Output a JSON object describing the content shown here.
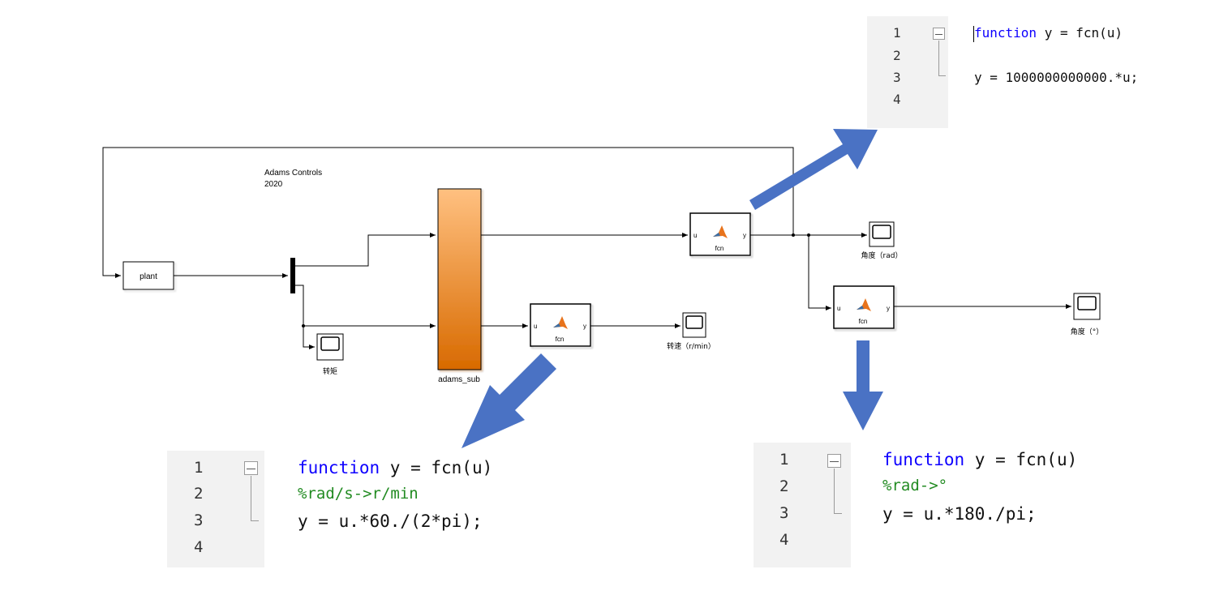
{
  "diagram": {
    "title": "Adams Controls\n2020",
    "title_line1": "Adams Controls",
    "title_line2": "2020",
    "plant_label": "plant",
    "adams_sub_label": "adams_sub",
    "fcn_label": "fcn",
    "port_in": "u",
    "port_out": "y",
    "scope_torque_label": "转矩",
    "scope_speed_label": "转速（r/min）",
    "scope_rad_label": "角度（rad）",
    "scope_deg_label": "角度（°）",
    "colors": {
      "arrow": "#4a72c4",
      "adams_top": "#ffc080",
      "adams_bottom": "#d86a00",
      "line": "#000000",
      "matlab_orange": "#e8731a",
      "matlab_blue": "#3a6ea5"
    }
  },
  "code_top": {
    "line_numbers": [
      "1",
      "2",
      "3",
      "4"
    ],
    "keyword": "function",
    "signature": " y = fcn(u)",
    "line3": "y = 1000000000000.*u;"
  },
  "code_left": {
    "line_numbers": [
      "1",
      "2",
      "3",
      "4"
    ],
    "keyword": "function",
    "signature": " y = fcn(u)",
    "comment": "%rad/s->r/min",
    "line3": "y = u.*60./(2*pi);"
  },
  "code_right": {
    "line_numbers": [
      "1",
      "2",
      "3",
      "4"
    ],
    "keyword": "function",
    "signature": " y = fcn(u)",
    "comment": "%rad->°",
    "line3": "y = u.*180./pi;"
  }
}
